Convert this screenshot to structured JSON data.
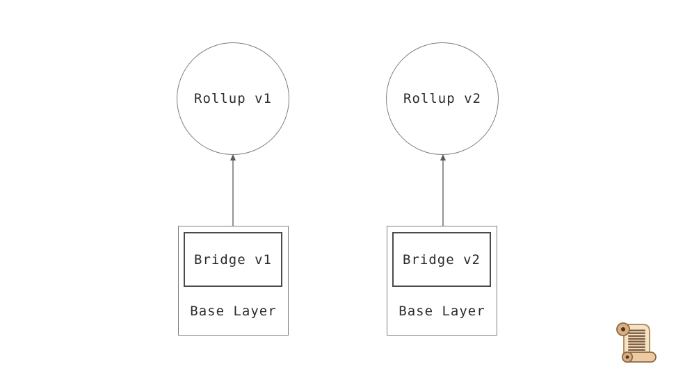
{
  "page": {
    "background": "#ffffff"
  },
  "diagram": {
    "columns": [
      {
        "rollup_label": "Rollup v1",
        "bridge_label": "Bridge v1",
        "base_label": "Base Layer"
      },
      {
        "rollup_label": "Rollup v2",
        "bridge_label": "Bridge v2",
        "base_label": "Base Layer"
      }
    ],
    "connector_style": "double-headed vertical arrow",
    "colors": {
      "shape_stroke": "#7d7d7d",
      "inner_box_stroke": "#4a4a4a",
      "arrow_stroke": "#5a5a5a",
      "text": "#2b2b2b",
      "background": "#ffffff"
    }
  },
  "footer": {
    "icon": {
      "name": "scroll-icon",
      "glyph": "📜",
      "colors": {
        "parchment": "#f2e4c9",
        "roll": "#d9ae81",
        "pill": "#eccaa2",
        "outline": "#8d6841",
        "text_lines": "#7d5a3a",
        "roll_core": "#4a3526"
      }
    }
  }
}
